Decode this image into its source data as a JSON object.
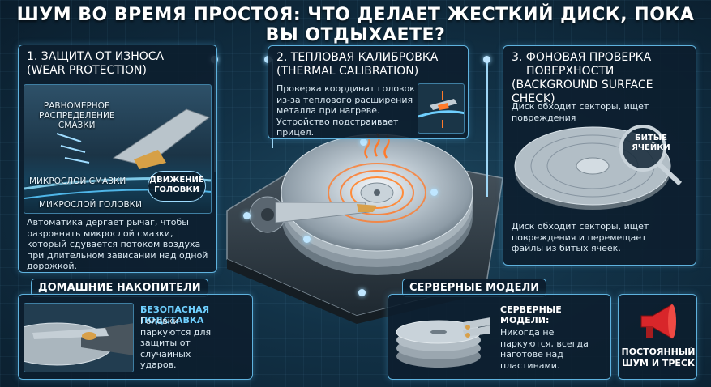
{
  "title": "ШУМ ВО ВРЕМЯ ПРОСТОЯ: ЧТО ДЕЛАЕТ ЖЕСТКИЙ ДИСК, ПОКА ВЫ ОТДЫХАЕТЕ?",
  "panel1": {
    "title_line1": "1. ЗАЩИТА ОТ ИЗНОСА",
    "title_line2": "(WEAR PROTECTION)",
    "label_uniform_line1": "РАВНОМЕРНОЕ",
    "label_uniform_line2": "РАСПРЕДЕЛЕНИЕ",
    "label_uniform_line3": "СМАЗКИ",
    "label_micro_lube": "МИКРОСЛОЙ СМАЗКИ",
    "label_micro_head": "МИКРОСЛОЙ ГОЛОВКИ",
    "label_motion_line1": "ДВИЖЕНИЕ",
    "label_motion_line2": "ГОЛОВКИ",
    "text": "Автоматика дергает рычаг, чтобы разровнять микрослой смазки, который сдувается потоком воздуха при длительном зависании над одной дорожкой."
  },
  "panel2": {
    "title_line1": "2. ТЕПЛОВАЯ КАЛИБРОВКА",
    "title_line2": "(THERMAL CALIBRATION)",
    "text": "Проверка координат головок из-за теплового расширения металла при нагреве. Устройство подстраивает прицел."
  },
  "panel3": {
    "title_line1": "3. ФОНОВАЯ ПРОВЕРКА",
    "title_line2": "ПОВЕРХНОСТИ",
    "title_line3": "(BACKGROUND SURFACE CHECK)",
    "text_top": "Диск обходит секторы, ищет повреждения",
    "bad_cells_line1": "БИТЫЕ",
    "bad_cells_line2": "ЯЧЕЙКИ",
    "text_bottom": "Диск обходит секторы, ищет повреждения и перемещает файлы из битых ячеек."
  },
  "home": {
    "tag": "ДОМАШНИЕ НАКОПИТЕЛИ",
    "subtitle": "БЕЗОПАСНАЯ ПОДСТАВКА",
    "text": "Головки паркуются для защиты от случайных ударов."
  },
  "server": {
    "tag": "СЕРВЕРНЫЕ МОДЕЛИ",
    "subtitle": "СЕРВЕРНЫЕ МОДЕЛИ:",
    "text": "Никогда не паркуются, всегда наготове над пластинами."
  },
  "noise": {
    "line1": "ПОСТОЯННЫЙ",
    "line2": "ШУМ И ТРЕСК"
  },
  "colors": {
    "accent": "#5fb2de",
    "subtitle_blue": "#6fd0ff",
    "heat_orange": "#ff7a2a",
    "alert_red": "#d8262a"
  }
}
